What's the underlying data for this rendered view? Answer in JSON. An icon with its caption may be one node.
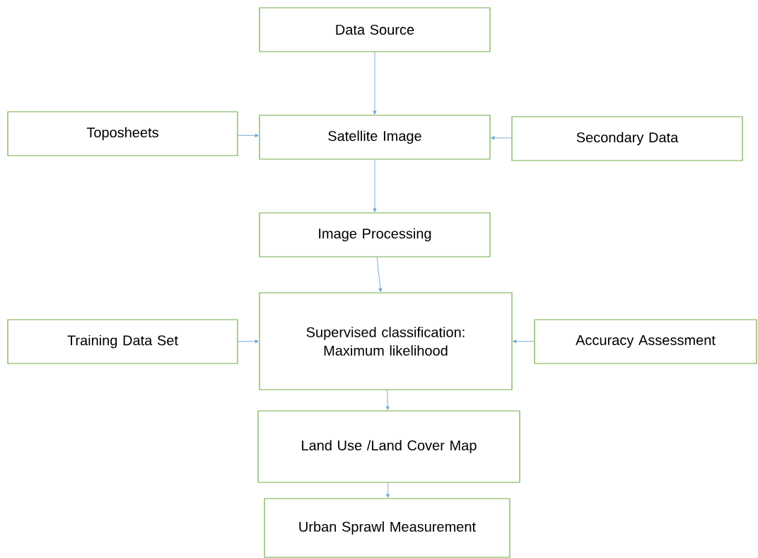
{
  "diagram": {
    "nodes": [
      {
        "text": [
          "Data Source"
        ]
      },
      {
        "text": [
          "Toposheets"
        ]
      },
      {
        "text": [
          "Satellite Image"
        ]
      },
      {
        "text": [
          "Secondary Data"
        ]
      },
      {
        "text": [
          "Image Processing"
        ]
      },
      {
        "text": [
          "Training Data Set"
        ]
      },
      {
        "text": [
          "Supervised classification: Maximum likelihood"
        ]
      },
      {
        "text": [
          "Accuracy Assessment"
        ]
      },
      {
        "text": [
          "Land Use /Land Cover Map"
        ]
      },
      {
        "text": [
          "Urban Sprawl Measurement"
        ]
      }
    ],
    "edges": [
      {
        "from": 0,
        "to": 2,
        "arrow": "to"
      },
      {
        "from": 1,
        "to": 2,
        "arrow": "to"
      },
      {
        "from": 3,
        "to": 2,
        "arrow": "to"
      },
      {
        "from": 2,
        "to": 4,
        "arrow": "to"
      },
      {
        "from": 4,
        "to": 6,
        "arrow": "to"
      },
      {
        "from": 5,
        "to": 6,
        "arrow": "to"
      },
      {
        "from": 7,
        "to": 6,
        "arrow": "to"
      },
      {
        "from": 6,
        "to": 8,
        "arrow": "to"
      },
      {
        "from": 8,
        "to": 9,
        "arrow": "to"
      }
    ]
  }
}
